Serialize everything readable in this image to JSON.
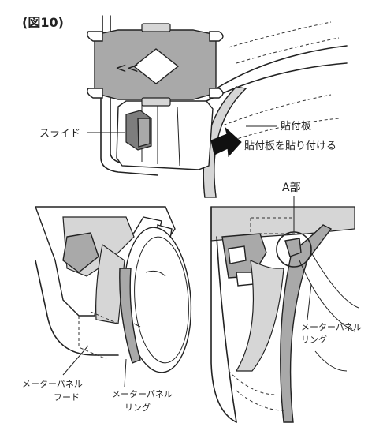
{
  "figure_label": "(図10)",
  "labels": {
    "slide": "スライド",
    "sticker_plate": "貼付板",
    "attach_plate": "貼付板を貼り付ける",
    "part_a": "A部",
    "ring_right_line1": "メーターパネル",
    "ring_right_line2": "リング",
    "hood_line1": "メーターパネル",
    "hood_line2": "フード",
    "ring_bottom_line1": "メーターパネル",
    "ring_bottom_line2": "リング"
  },
  "icons": {
    "slide_arrow": "double-chevron-left-icon",
    "attach_arrow": "arrow-right-icon"
  }
}
